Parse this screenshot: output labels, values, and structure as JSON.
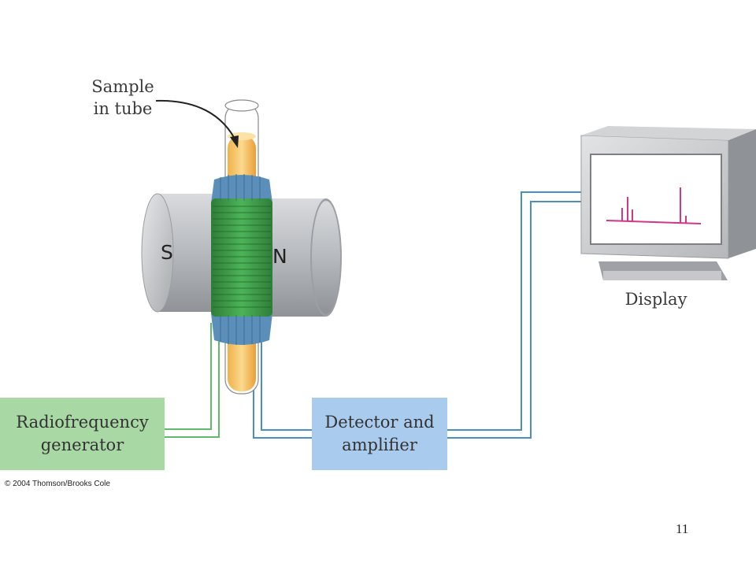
{
  "labels": {
    "sample": "Sample\nin tube",
    "display": "Display",
    "pole_s": "S",
    "pole_n": "N"
  },
  "boxes": {
    "rf_generator": "Radiofrequency\ngenerator",
    "detector": "Detector and\namplifier"
  },
  "copyright": "© 2004 Thomson/Brooks Cole",
  "page_number": "11",
  "colors": {
    "rf_box": "#a8d8a3",
    "detector_box": "#a9ccee",
    "coil": "#3fa34a",
    "coil_ends": "#5b8fb9",
    "sample": "#f4c46a",
    "magnet": "#b9bcc0",
    "spectrum": "#d0368a",
    "wire_blue": "#4a8fc4",
    "wire_green": "#5fba6a"
  }
}
